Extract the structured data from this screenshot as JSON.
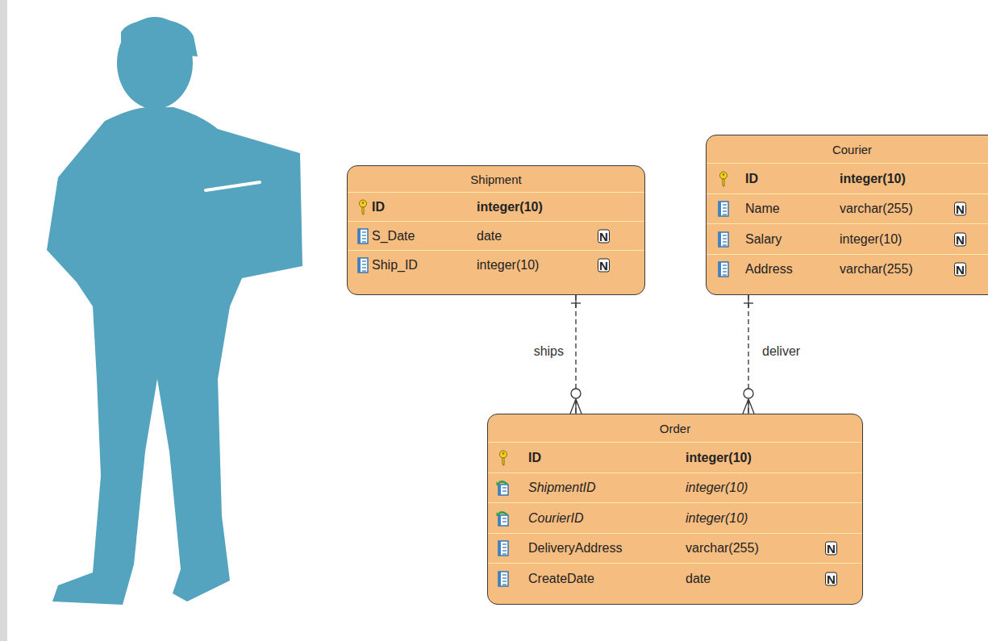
{
  "diagram": {
    "nodes": [
      {
        "text": [
          "Shipment",
          "ID",
          "integer(10)",
          "S_Date",
          "date",
          "N",
          "Ship_ID",
          "integer(10)",
          "N"
        ]
      },
      {
        "text": [
          "Courier",
          "ID",
          "integer(10)",
          "Name",
          "varchar(255)",
          "N",
          "Salary",
          "integer(10)",
          "N",
          "Address",
          "varchar(255)",
          "N"
        ]
      },
      {
        "text": [
          "Order",
          "ID",
          "integer(10)",
          "ShipmentID",
          "integer(10)",
          "CourierID",
          "integer(10)",
          "DeliveryAddress",
          "varchar(255)",
          "N",
          "CreateDate",
          "date",
          "N"
        ]
      }
    ],
    "edges": [
      {
        "from": 0,
        "to": 2,
        "arrow": "both",
        "label": "ships"
      },
      {
        "from": 1,
        "to": 2,
        "arrow": "both",
        "label": "deliver"
      }
    ]
  }
}
